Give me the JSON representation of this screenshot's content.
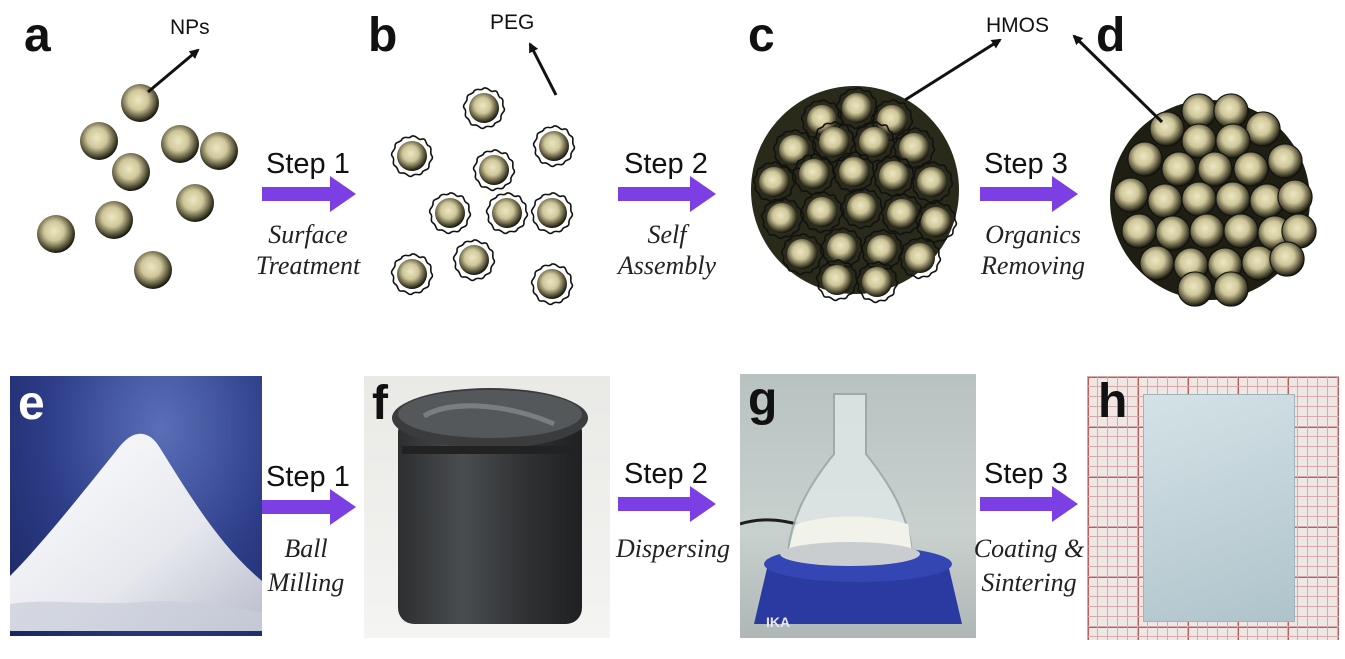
{
  "top_row": {
    "panels": [
      {
        "letter": "a"
      },
      {
        "letter": "b"
      },
      {
        "letter": "c"
      },
      {
        "letter": "d"
      }
    ],
    "callouts": {
      "nps": "NPs",
      "peg": "PEG",
      "hmos": "HMOS"
    },
    "steps": [
      {
        "title": "Step 1",
        "desc_line1": "Surface",
        "desc_line2": "Treatment"
      },
      {
        "title": "Step 2",
        "desc_line1": "Self",
        "desc_line2": "Assembly"
      },
      {
        "title": "Step 3",
        "desc_line1": "Organics",
        "desc_line2": "Removing"
      }
    ]
  },
  "bottom_row": {
    "panels": [
      {
        "letter": "e"
      },
      {
        "letter": "f"
      },
      {
        "letter": "g"
      },
      {
        "letter": "h"
      }
    ],
    "stirrer_brand": "IKA",
    "steps": [
      {
        "title": "Step 1",
        "desc_line1": "Ball",
        "desc_line2": "Milling"
      },
      {
        "title": "Step 2",
        "desc_line1": "Dispersing",
        "desc_line2": ""
      },
      {
        "title": "Step 3",
        "desc_line1": "Coating &",
        "desc_line2": "Sintering"
      }
    ]
  },
  "colors": {
    "arrow": "#7b3fe4",
    "particle_fill": "#dcd5a8",
    "particle_edge": "#1a1a10"
  }
}
